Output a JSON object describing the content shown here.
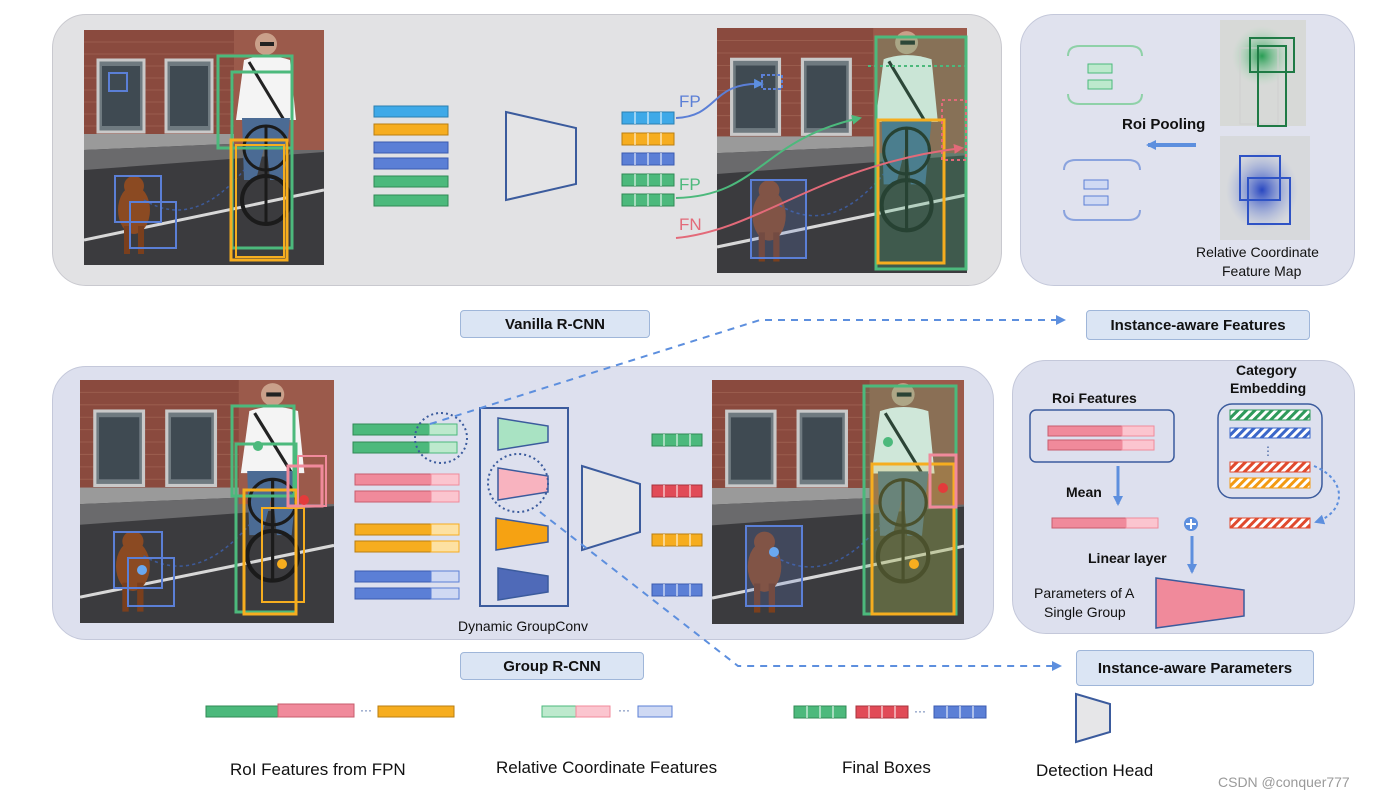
{
  "vanilla_panel": {
    "title": "Vanilla R-CNN",
    "fp_label_1": "FP",
    "fp_label_2": "FP",
    "fn_label": "FN"
  },
  "group_panel": {
    "title": "Group R-CNN",
    "conv_caption": "Dynamic GroupConv"
  },
  "features_panel": {
    "roi_pooling": "Roi Pooling",
    "coord_map_line1": "Relative Coordinate",
    "coord_map_line2": "Feature Map",
    "caption": "Instance-aware Features"
  },
  "params_panel": {
    "roi_features": "Roi Features",
    "category_line1": "Category",
    "category_line2": "Embedding",
    "mean": "Mean",
    "linear_layer": "Linear layer",
    "params_line1": "Parameters of A",
    "params_line2": "Single Group",
    "caption": "Instance-aware Parameters"
  },
  "legend": {
    "roi_fpn": "RoI Features from FPN",
    "rel_coord": "Relative Coordinate Features",
    "final_boxes": "Final Boxes",
    "det_head": "Detection Head"
  },
  "watermark": "CSDN @conquer777",
  "colors": {
    "green": "#4cb97c",
    "pink": "#f08a9b",
    "orange": "#f6ad1f",
    "blue": "#5b7fd6",
    "lightblue": "#3ea9e8",
    "red": "#e14b57",
    "panel_gray": "#e3e3e6",
    "panel_lavender": "#dde1ef",
    "arrow_blue": "#5d8fde"
  }
}
